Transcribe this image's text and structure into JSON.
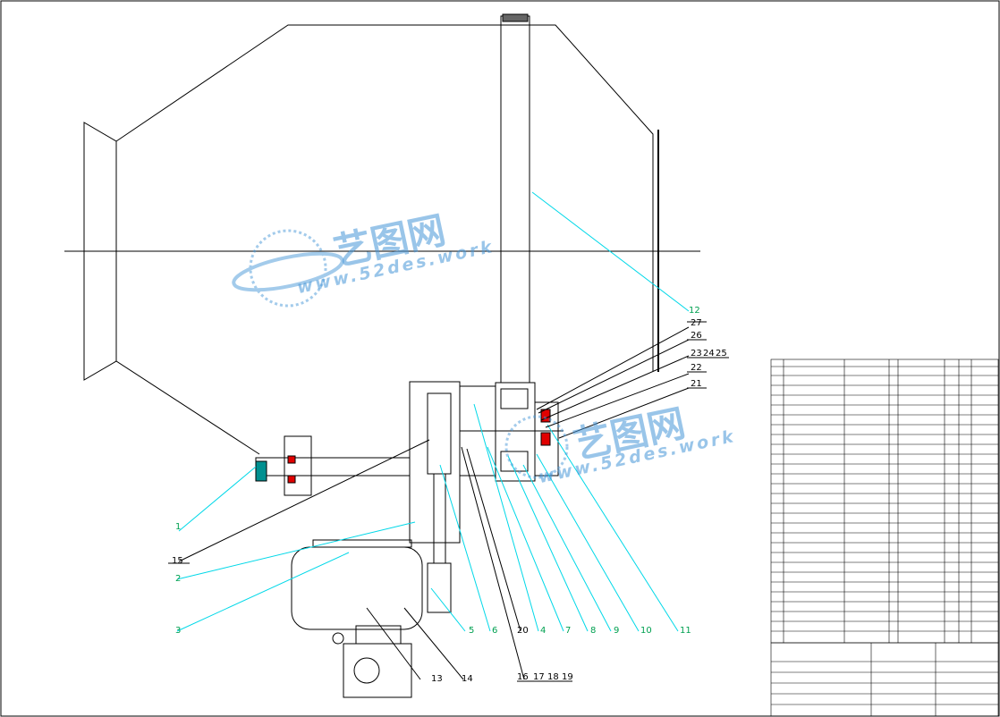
{
  "callouts": [
    "1",
    "2",
    "3",
    "4",
    "5",
    "6",
    "7",
    "8",
    "9",
    "10",
    "11",
    "12",
    "13",
    "14",
    "15",
    "16",
    "17",
    "18",
    "19",
    "20",
    "21",
    "22",
    "23",
    "24",
    "25",
    "26",
    "27"
  ],
  "watermark": {
    "cn": "艺图网",
    "en": "www.52des.work"
  },
  "colors": {
    "line": "#000000",
    "leader": "#00d8e8",
    "label_cyan": "#00a050",
    "watermark": "#4696d7",
    "red": "#e00000"
  }
}
